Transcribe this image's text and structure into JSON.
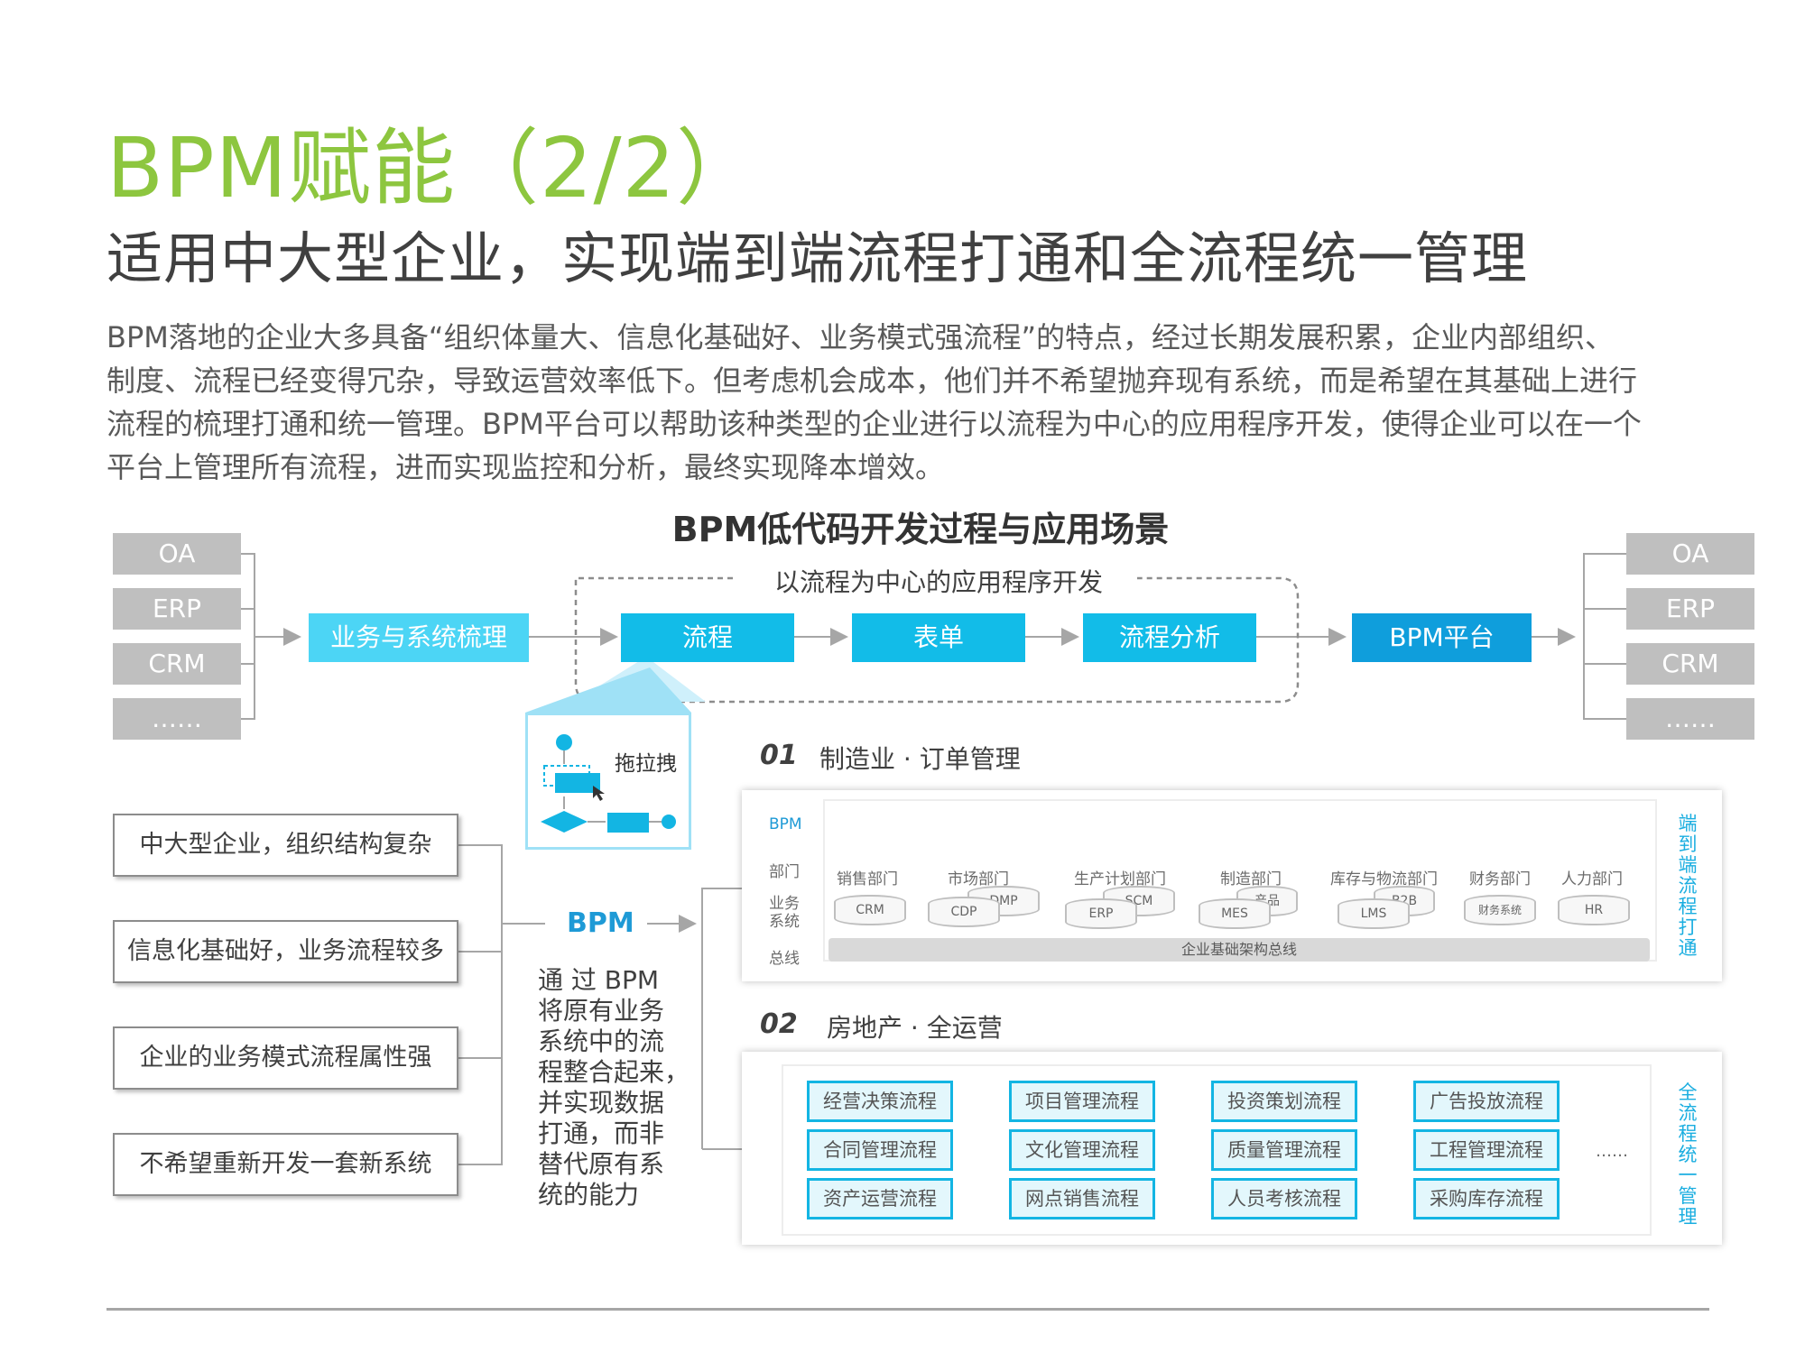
{
  "title": "BPM赋能（2/2）",
  "subtitle": "适用中大型企业，实现端到端流程打通和全流程统一管理",
  "paragraph_lines": [
    "BPM落地的企业大多具备“组织体量大、信息化基础好、业务模式强流程”的特点，经过长期发展积累，企业内部组织、",
    "制度、流程已经变得冗杂，导致运营效率低下。但考虑机会成本，他们并不希望抛弃现有系统，而是希望在其基础上进行",
    "流程的梳理打通和统一管理。BPM平台可以帮助该种类型的企业进行以流程为中心的应用程序开发，使得企业可以在一个",
    "平台上管理所有流程，进而实现监控和分析，最终实现降本增效。"
  ],
  "diagram_title": "BPM低代码开发过程与应用场景",
  "left_systems": [
    "OA",
    "ERP",
    "CRM",
    "……"
  ],
  "right_systems": [
    "OA",
    "ERP",
    "CRM",
    "……"
  ],
  "flow": {
    "start": "业务与系统梳理",
    "group_label": "以流程为中心的应用程序开发",
    "steps": [
      "流程",
      "表单",
      "流程分析"
    ],
    "end": "BPM平台",
    "drag_label": "拖拉拽"
  },
  "features": [
    "中大型企业，组织结构复杂",
    "信息化基础好，业务流程较多",
    "企业的业务模式流程属性强",
    "不希望重新开发一套新系统"
  ],
  "bpm_label": "BPM",
  "bpm_desc_lines": [
    "通 过 BPM",
    "将原有业务",
    "系统中的流",
    "程整合起来，",
    "并实现数据",
    "打通，而非",
    "替代原有系",
    "统的能力"
  ],
  "case1": {
    "num": "01",
    "title": "制造业 · 订单管理",
    "row_labels": {
      "bpm": "BPM",
      "dept": "部门",
      "biz": "业务系统",
      "bus": "总线"
    },
    "departments": [
      "销售部门",
      "市场部门",
      "生产计划部门",
      "制造部门",
      "库存与物流部门",
      "财务部门",
      "人力部门"
    ],
    "systems": [
      "CRM",
      "CDP",
      "DMP",
      "ERP",
      "SCM",
      "MES",
      "产品",
      "LMS",
      "B2B",
      "财务系统",
      "HR"
    ],
    "bus_label": "企业基础架构总线",
    "side_label": "端到端流程打通"
  },
  "case2": {
    "num": "02",
    "title": "房地产 · 全运营",
    "processes": [
      [
        "经营决策流程",
        "合同管理流程",
        "资产运营流程"
      ],
      [
        "项目管理流程",
        "文化管理流程",
        "网点销售流程"
      ],
      [
        "投资策划流程",
        "质量管理流程",
        "人员考核流程"
      ],
      [
        "广告投放流程",
        "工程管理流程",
        "采购库存流程"
      ]
    ],
    "more": "……",
    "side_label": "全流程统一管理"
  },
  "colors": {
    "title": "#8DC63F",
    "accent": "#13B5E3",
    "gray_box": "#BFBFBF",
    "bpm_platform": "#0F9EDC"
  }
}
